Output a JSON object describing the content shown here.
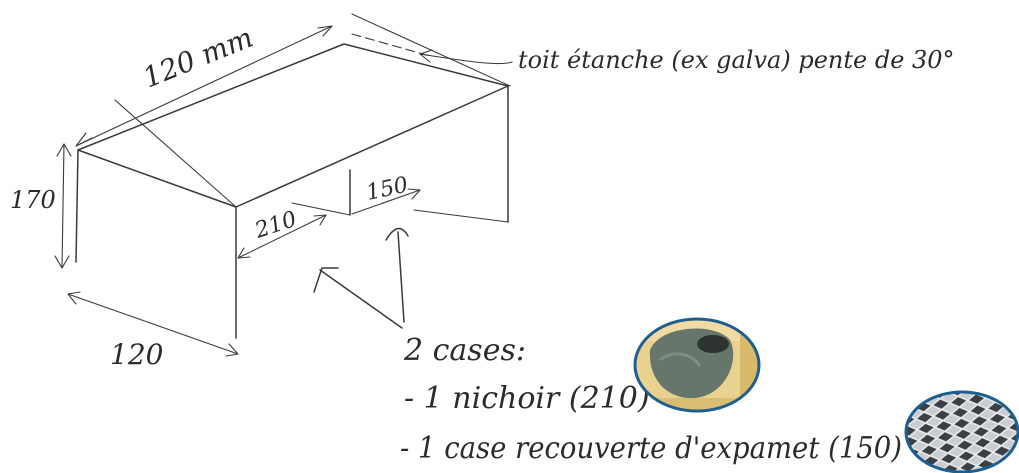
{
  "dimensions": {
    "top_length": "120 mm",
    "height": "170",
    "bottom_length": "120",
    "compartment_left_width": "210",
    "compartment_right_width": "150"
  },
  "roof_note": "toit étanche (ex galva) pente de 30°",
  "compartments": {
    "title": "2 cases:",
    "item1": "- 1 nichoir (210)",
    "item2": "- 1 case recouverte d'expamet (150)"
  },
  "icons": {
    "nest_photo": "swallow-nest-photo",
    "mesh_photo": "expanded-metal-mesh-photo"
  },
  "colors": {
    "ink": "#3a3a3a",
    "paper": "#ffffff",
    "photo_border": "#1f5f8f"
  }
}
